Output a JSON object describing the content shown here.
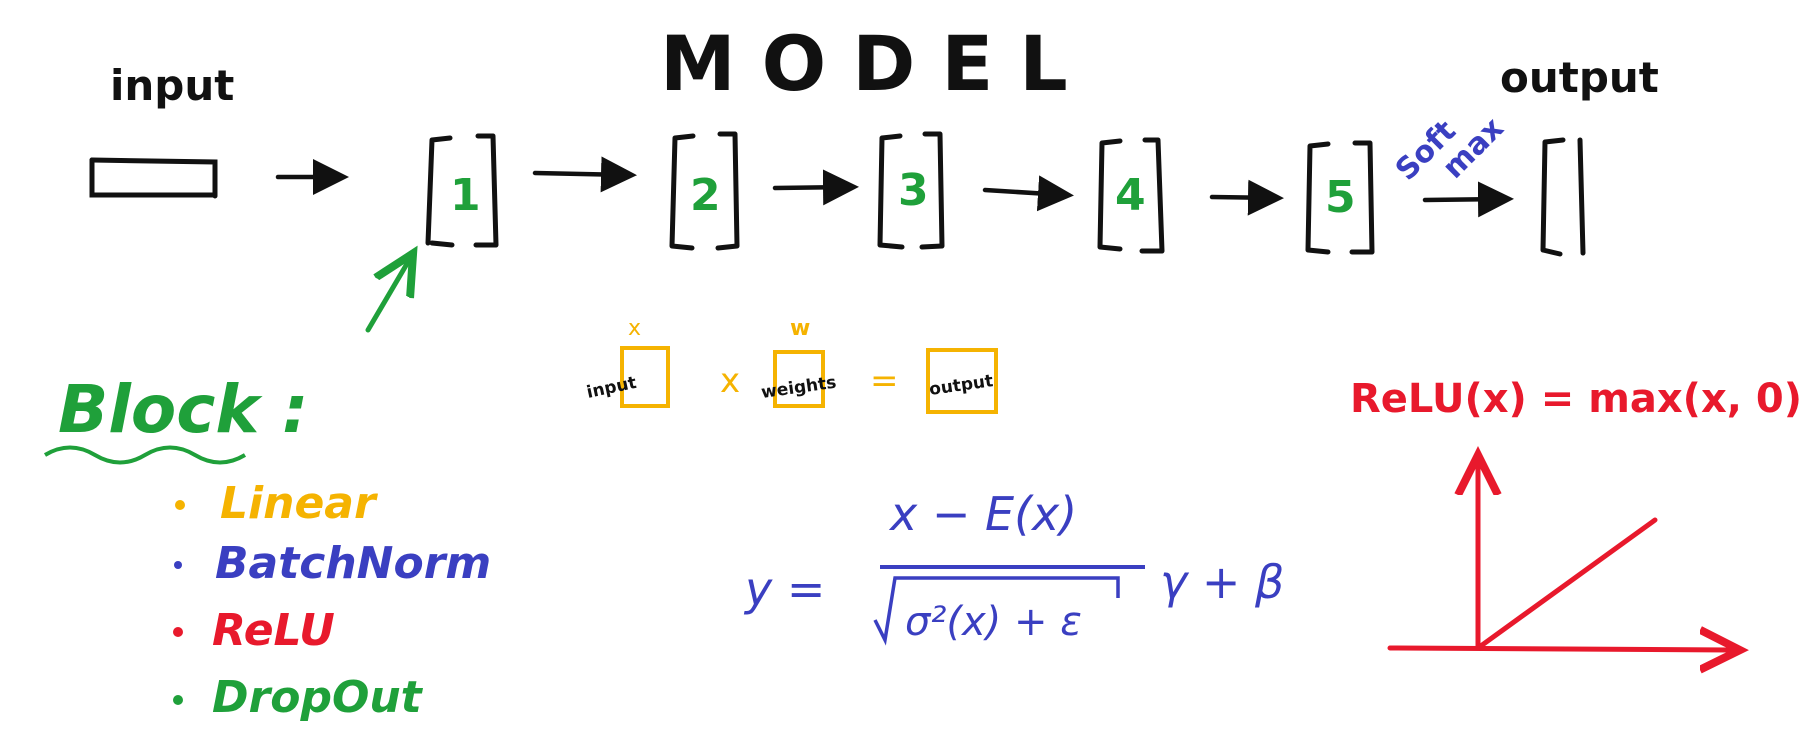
{
  "title": "MODEL",
  "input_label": "input",
  "output_label": "output",
  "layers": [
    "1",
    "2",
    "3",
    "4",
    "5"
  ],
  "softmax_label": [
    "Soft",
    "max"
  ],
  "block": {
    "heading": "Block",
    "colon": ":",
    "items": [
      {
        "label": "Linear",
        "color": "#f5b301"
      },
      {
        "label": "BatchNorm",
        "color": "#3a3fc1"
      },
      {
        "label": "ReLU",
        "color": "#e8192c"
      },
      {
        "label": "DropOut",
        "color": "#1fa03a"
      }
    ]
  },
  "linear_diagram": {
    "x_symbol": "x",
    "w_symbol": "w",
    "input": "input",
    "times": "x",
    "weights": "weights",
    "equals": "=",
    "output": "output"
  },
  "batchnorm_formula": {
    "lhs": "y =",
    "numerator": "x − E(x)",
    "denominator": "σ²(x) + ε",
    "tail": "γ + β"
  },
  "relu_formula": "ReLU(x) = max(x, 0)",
  "colors": {
    "ink": "#111111",
    "green": "#1fa03a",
    "yellow": "#f5b301",
    "blue": "#3a3fc1",
    "red": "#e8192c"
  }
}
